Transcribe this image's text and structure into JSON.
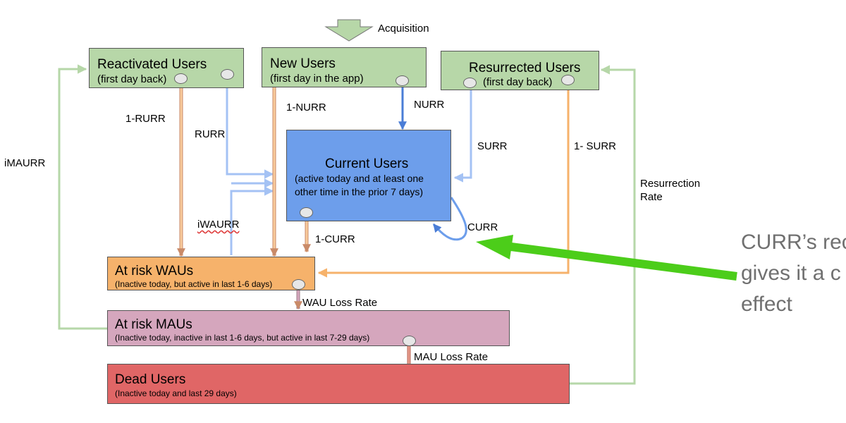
{
  "header": {
    "acquisition": "Acquisition"
  },
  "boxes": {
    "reactivated": {
      "title": "Reactivated Users",
      "subtitle": "(first day back)"
    },
    "new_users": {
      "title": "New Users",
      "subtitle": "(first day in the app)"
    },
    "resurrected": {
      "title": "Resurrected Users",
      "subtitle": "(first day back)"
    },
    "current": {
      "title": "Current Users",
      "subtitle_line1": "(active today and at least one",
      "subtitle_line2": "other time in the prior 7 days)"
    },
    "at_risk_waus": {
      "title": "At risk WAUs",
      "subtitle": "(Inactive today, but active in last 1-6 days)"
    },
    "at_risk_maus": {
      "title": "At risk MAUs",
      "subtitle": "(Inactive today, inactive in last 1-6 days, but active in last 7-29 days)"
    },
    "dead": {
      "title": "Dead Users",
      "subtitle": "(Inactive today and last 29 days)"
    }
  },
  "flows": {
    "one_rurr": "1-RURR",
    "rurr": "RURR",
    "one_nurr": "1-NURR",
    "nurr": "NURR",
    "surr": "SURR",
    "one_surr": "1- SURR",
    "imaurr": "iMAURR",
    "iwaurr": "iWAURR",
    "one_curr": "1-CURR",
    "curr": "CURR",
    "wau_loss": "WAU Loss Rate",
    "mau_loss": "MAU Loss Rate",
    "resurrection_line1": "Resurrection",
    "resurrection_line2": "Rate"
  },
  "callout": {
    "line1": "CURR’s rec",
    "line2": "gives it a c",
    "line3": "effect"
  },
  "colors": {
    "green_fill": "#b7d7a8",
    "blue_fill": "#6d9eeb",
    "orange_fill": "#f6b26b",
    "pink_fill": "#d5a6bd",
    "red_fill": "#e06666",
    "green_line": "#b6d7a8",
    "blue_line": "#a4c2f4",
    "dark_blue_line": "#6d9eeb",
    "orange_line": "#f6b26b",
    "arrow_bright_green": "#4ccd1a"
  }
}
